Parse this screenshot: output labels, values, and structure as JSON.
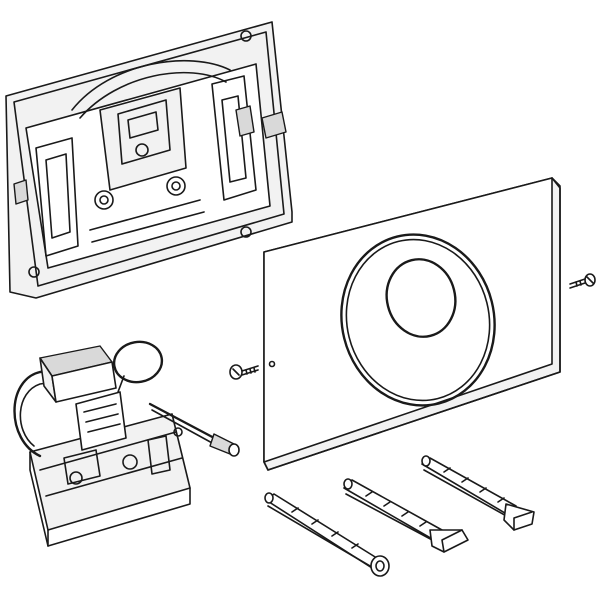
{
  "diagram": {
    "type": "exploded-parts-drawing",
    "parts": [
      {
        "id": "mounting-frame",
        "icon": "mounting-frame-icon"
      },
      {
        "id": "cover-plate",
        "icon": "cover-plate-icon"
      },
      {
        "id": "flush-actuator-module",
        "icon": "actuator-module-icon"
      },
      {
        "id": "screw-left",
        "icon": "screw-icon"
      },
      {
        "id": "screw-right",
        "icon": "screw-icon"
      },
      {
        "id": "extension-rod-1",
        "icon": "rod-icon"
      },
      {
        "id": "extension-rod-2",
        "icon": "rod-icon"
      },
      {
        "id": "extension-rod-3",
        "icon": "rod-icon"
      }
    ],
    "colors": {
      "line": "#1a1a1a",
      "background": "#ffffff"
    }
  }
}
